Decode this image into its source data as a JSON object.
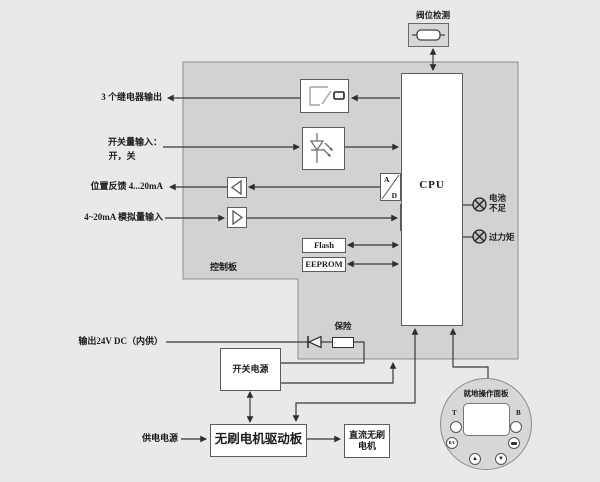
{
  "board": {
    "label": "控制板"
  },
  "top_sensor": {
    "label": "阀位检测"
  },
  "left_labels": {
    "relay_out": "3 个继电器输出",
    "switch_in_line1": "开关量输入：",
    "switch_in_line2": "开，关",
    "pos_feedback": "位置反馈 4...20mA",
    "analog_in": "4~20mA 模拟量输入",
    "dc_out": "输出24V DC（内供）",
    "power_supply": "供电电源"
  },
  "blocks": {
    "cpu": "CPU",
    "flash": "Flash",
    "eeprom": "EEPROM",
    "ad_a": "A",
    "ad_d": "D",
    "fuse": "保险",
    "psu": "开关电源",
    "driver": "无刷电机驱动板",
    "motor_line1": "直流无刷",
    "motor_line2": "电机"
  },
  "indicators": {
    "battery_line1": "电池",
    "battery_line2": "不足",
    "torque": "过力矩"
  },
  "panel": {
    "label": "就地操作面板",
    "btn_t": "T",
    "btn_b": "B",
    "btn_rl": "R/L",
    "btn_up": "▲",
    "btn_down": "▼"
  },
  "colors": {
    "page_bg": "#e9e9e9",
    "board_bg": "#d2d2d2",
    "panel_bg": "#d7d7d7",
    "box_bg": "#ffffff",
    "line": "#3a3a3a"
  }
}
